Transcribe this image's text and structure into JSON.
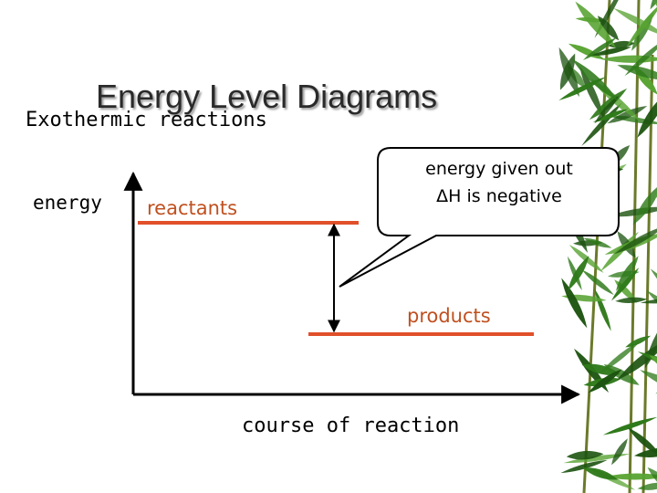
{
  "title": "Energy Level Diagrams",
  "subtitle": "Exothermic reactions",
  "diagram": {
    "y_axis_label": "energy",
    "x_axis_label": "course of reaction",
    "reactants_label": "reactants",
    "products_label": "products",
    "callout_line1": "energy given out",
    "callout_line2": "ΔH is negative"
  },
  "colors": {
    "level_line": "#e0502a",
    "level_text": "#c0501f",
    "axis": "#000000",
    "leaf_dark": "#1d5410",
    "leaf_mid": "#2f7a1a",
    "leaf_light": "#58a332"
  },
  "decoration": {
    "background": "bamboo-leaves-right-edge"
  }
}
